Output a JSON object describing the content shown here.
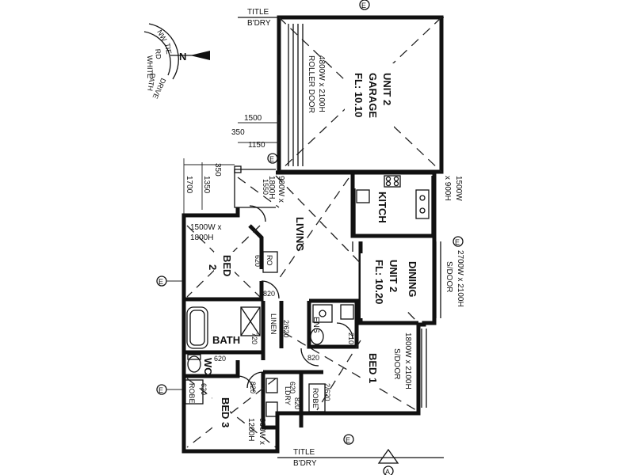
{
  "title_bdry_top": [
    "TITLE",
    "B'DRY"
  ],
  "title_bdry_bottom": [
    "TITLE",
    "B'DRY"
  ],
  "compass": {
    "north_label": "N",
    "ring_text": [
      "NW",
      "TIE",
      "RD",
      "WHITE",
      "PATH",
      "DRIVE"
    ]
  },
  "garage": {
    "name": "UNIT 2",
    "sub": "GARAGE",
    "fl": "FL: 10.10",
    "door": [
      "4800W x 2100H",
      "ROLLER DOOR"
    ]
  },
  "rooms": {
    "living": "LIVING",
    "kitchen": "KITCH",
    "dining": "DINING",
    "unit2_name": "UNIT 2",
    "unit2_fl": "FL: 10.20",
    "bed1": "BED 1",
    "bed2": "BED",
    "bed2_num": "2",
    "bed3": "BED 3",
    "bath": "BATH",
    "wc": "WC",
    "ens": "ENS",
    "linen": "LINEN",
    "robe_a": "ROBE",
    "robe_b": "ROBE",
    "ro": "RO",
    "ldry": "LDRY"
  },
  "windows": {
    "living_win": [
      "900W x",
      "1800H"
    ],
    "bed2_win": [
      "1500W x",
      "1800H"
    ],
    "kitchen_win": [
      "1500W",
      "x 900H"
    ],
    "dining_door": [
      "2700W x 2100H",
      "S/DOOR"
    ],
    "bed1_door": [
      "1800W x 2100H",
      "S/DOOR"
    ],
    "bed3_win": [
      "900W x",
      "1200H"
    ]
  },
  "dims": {
    "d1500": "1500",
    "d350a": "350",
    "d1150": "1150",
    "d350b": "350",
    "d1700": "1700",
    "d1350": "1350",
    "d1550": "1550",
    "d620a": "620",
    "d620b": "620",
    "d820a": "820",
    "d820b": "820",
    "d820c": "820",
    "d2620a": "2/620",
    "d2620b": "2/620",
    "d720": "720",
    "d210": "210",
    "d620c": "620",
    "d620d": "620",
    "d820d": "820"
  },
  "markers": {
    "e": "E",
    "a": "A"
  }
}
